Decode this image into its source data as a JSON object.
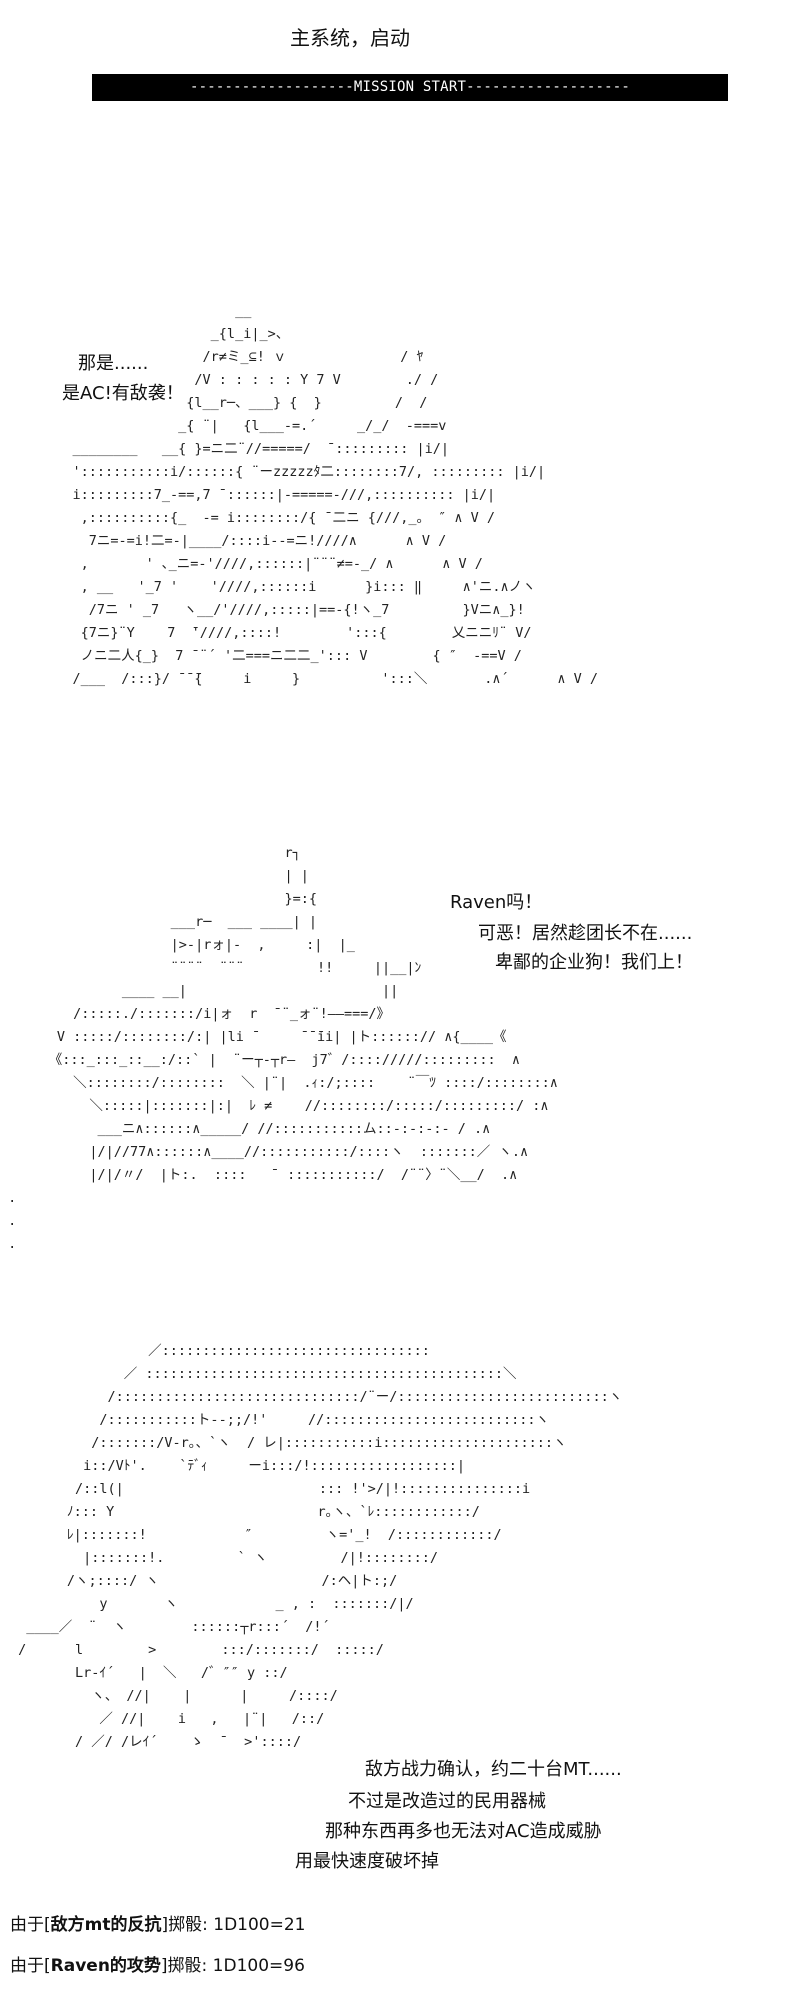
{
  "header": {
    "title": "主系统，启动",
    "banner": "-------------------MISSION START-------------------"
  },
  "scene1": {
    "line1": "那是......",
    "line2": "是AC!有敌袭！",
    "art": "                        __\n                     _{l_i|_>、\n                    /r≠ミ_⊆! ｖ              / ﾔ\n                   /V : : : : : Y 7 V        ./ /\n                  {l__r─、___} {  }         /  /\n                 _{ ¨|   {l___-=.´     _/_/  -===v\n    ________   __{ }=ニ二¨//=====/  ̄ ::::::::: |i/|\n    ':::::::::::i/::::::{ ¨ーzzzzzﾀ二::::::::7/, ::::::::: |i/|\n    i:::::::::7_-==‚7 ̄ ::::::|-=====-///,:::::::::: |i/|\n     ,::::::::::{_  -= i::::::::/{ ̄ 二ニ {///,_。 ″ ∧ V /\n      7ニ=-=i!二=-|____/::::i--=ニ!////∧      ∧ V /\n     ,       ' ､_ニ=-'////,::::::|¨¨¨≠=-_/ ∧      ∧ V /\n     , __   '_7 '    '////,::::::i      }i::: ‖     ∧'ニ.∧ノヽ\n      /7ニ ' _7   ヽ__/'////,:::::|==-{!ヽ_7         }Vニ∧_}!\n     {7ニ}¨Y    7  ̄'////,::::!        ':::{        乂ニニﾘ¨ V/\n     ノニ二人{_}  7 ̄ ¨´ '二===ニ二二_'::: V        { ″  -==V /\n    /___  /:::}/ ̄ ̄ ̄{     i     }          ':::＼       .∧´      ∧ V /"
  },
  "scene2": {
    "speech1": "Raven吗！",
    "speech2": "可恶！居然趁团长不在......",
    "speech3": "卑鄙的企业狗！我们上！",
    "art": "                                   r┐\n                                   | |\n                                   }=:{\n                     ___r─  ___ ____| |\n                     |>-|rォ|-  ‚     :|  |_\n                     ¨¨¨¨  ¨¨¨         !!     ||__|ﾝ\n               ____ __|                        ||\n         /:::::./:::::::/i|ォ  r  ̄ ¨_ォ¨!――===/》\n       V :::::/::::::::/:| |li ̄      ̄ ̄ ̄ii| |ト::::::// ∧{____《\n      《:::_:::_::__:/::` |  ¨ー┬‐┬r―  j7゛/:::://///:::::::::  ∧\n         ＼::::::::/::::::::  ＼ |¨|  .ｨ:/;::::    ¨￣ﾂ ::::/::::::::∧\n           ＼:::::|:::::::|:|  ﾚ ≠    //::::::::/:::::/:::::::::/ :∧\n            ___ニ∧::::::∧_____/ //:::::::::::ム::-:-:-:- / .∧\n           |/|//77∧::::::∧____//:::::::::::/::::ヽ  :::::::／ ヽ.∧\n           |/|/〃/  |ト:.  ::::   ̄  :::::::::::/  /¨¨〉¨＼__/  .∧\n .\n .\n ."
  },
  "scene3": {
    "line1": "敌方战力确认，约二十台MT......",
    "line2": "不过是改造过的民用器械",
    "line3": "那种东西再多也无法对AC造成威胁",
    "line4": "用最快速度破坏掉",
    "art": "                 ／:::::::::::::::::::::::::::::::::\n              ／ ::::::::::::::::::::::::::::::::::::::::::::＼\n            /::::::::::::::::::::::::::::::/¨ー/::::::::::::::::::::::::::ヽ\n           /:::::::::::ト--;;/!'     //::::::::::::::::::::::::::ヽ\n          /:::::::/V-r｡、`ヽ  / レ|:::::::::::i:::::::::::::::::::::ヽ\n         i::/Vﾄ'.    `ﾃﾞｨ     ーi:::/!::::::::::::::::::|\n        /::l(|                        ::: !'>/|!:::::::::::::::i\n       ﾉ::: Y                         r｡ヽ、`ﾚ::::::::::::/\n       ﾚ|:::::::!            ″         ヽ='_!  /::::::::::::/\n         |:::::::!.         ` ヽ         /|!::::::::/\n       /ヽ;::::/ ヽ                    /:ヘ|ト:;/\n           y       ヽ            _ , :  :::::::/|/\n  ____／  ¨  ヽ        ::::::┬r:::´  /!´\n /      l        >        :::/:::::::/  :::::/\n        Lr‐ｲ´   |  ＼   /゛″″ y ::/\n          ヽ、 //|    |      |     /::::/\n           ／ //|    i   ,   |¨|   /::/\n        / ／/ /レｲ´    ゝ  ̄   >'::::/"
  },
  "rolls": {
    "roll1_prefix": "由于[",
    "roll1_highlight": "敌方mt的反抗",
    "roll1_suffix": "]掷骰: 1D100=21",
    "roll2_prefix": "由于[",
    "roll2_highlight": "Raven的攻势",
    "roll2_suffix": "]掷骰: 1D100=96"
  }
}
